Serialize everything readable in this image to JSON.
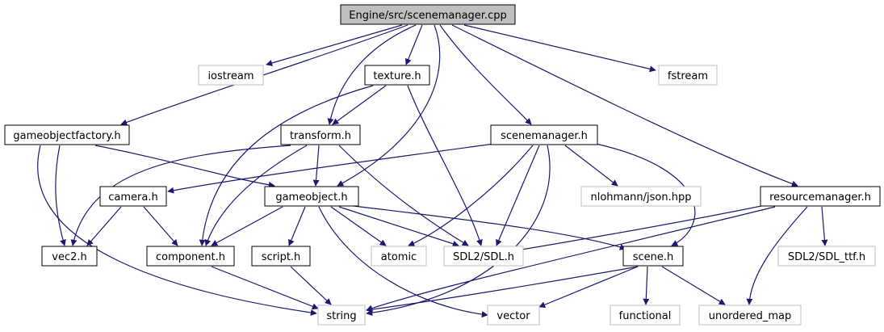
{
  "graph": {
    "title": "Engine/src/scenemanager.cpp",
    "colors": {
      "edge": "#191970",
      "root_fill": "#bfbfbf",
      "root_border": "#000000",
      "internal_border": "#000000",
      "external_border": "#bfbfbf",
      "text": "#000000"
    },
    "nodes": {
      "root": "Engine/src/scenemanager.cpp",
      "iostream": "iostream",
      "texture": "texture.h",
      "fstream": "fstream",
      "gameobjectfactory": "gameobjectfactory.h",
      "transform": "transform.h",
      "scenemanager_h": "scenemanager.h",
      "camera": "camera.h",
      "gameobject": "gameobject.h",
      "json": "nlohmann/json.hpp",
      "resourcemanager": "resourcemanager.h",
      "vec2": "vec2.h",
      "component": "component.h",
      "script": "script.h",
      "atomic": "atomic",
      "sdl": "SDL2/SDL.h",
      "scene": "scene.h",
      "sdl_ttf": "SDL2/SDL_ttf.h",
      "string": "string",
      "vector": "vector",
      "functional": "functional",
      "unordered_map": "unordered_map"
    }
  }
}
